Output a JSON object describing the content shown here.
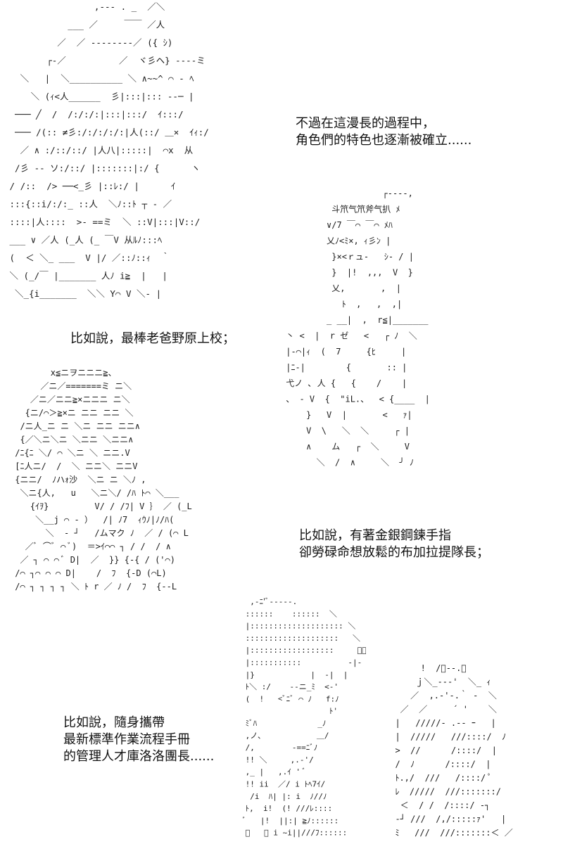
{
  "captions": {
    "part1": {
      "line1": "不過在這漫長的過程中，",
      "line2": "角色們的特色也逐漸被確立......"
    },
    "part2": {
      "line1": "比如說，最棒老爸野原上校；"
    },
    "part3": {
      "line1": "比如說，有著金銀鋼鍊手指",
      "line2": "卻勞碌命想放鬆的布加拉提隊長；"
    },
    "part4": {
      "line1": "比如說，隨身攜帶",
      "line2": "最新標準作業流程手冊",
      "line3": "的管理人才庫洛洛團長......"
    }
  },
  "art": {
    "art1": {
      "lines": [
        "                 ,-‐- . _  ／＼",
        "            ___ ／     ￣￣ ／人",
        "          ／  ／ ‐‐‐‐‐‐‐‐／ ({ ｼ)",
        "        ┌‐／          ／  ヾ彡ヘ} ‐‐‐‐ミ",
        "   ＼   |  ＼__________ ＼ ∧~~^ ⌒ ‐ ﾍ",
        "     ＼ (ｨ<人______  彡|:::|::: ‐‐─ |",
        "  ─── ╱  /  /:/:/:|:::|:::/  ｲ:::/",
        "  ─── /(:: ≠彡:/:/:/:/:|人(::/ ＿×  ｲｨ:/",
        "   ／ ∧ :/::/::/ |人八|:::::|  ⌒x  从",
        "  /彡 ‐‐ ソ:/::/ |:::::::|:/ {      ヽ",
        " / /::  /> ──<_彡 |::ﾚ:/ |      ｲ",
        " :::{::i/:/:_ ::人  ＼ﾉ::ﾄ ┬ ‐ ／",
        " ::::|人::::  >‐ ==ミ  ＼ ::V|:::|V::/",
        " ___ ∨ ／人 (_人 (_ ￣V 从ﾙﾉ:::ﾍ",
        " (  ＜ ＼_ ___  V |/ ／::ﾉ::ｨ  ｀",
        " ＼ (_/￣ |_______ 人ﾉ i≧  |   |",
        "  ＼_{i_______  ＼＼ Y⌒ V ＼‐ |"
      ]
    },
    "art2": {
      "lines": [
        "                    ┌‐‐-‐,",
        "          斗笊气笊斧气扒 ﾒ",
        "         ∨/7 ￣⌒ ￣⌒ ﾒﾊ",
        "         乂ﾉ<ﾐ×, ｨ彡ﾝ |",
        "          }×<ｒュ‐   ｼ‐ / |",
        "          }  |!  ,,,  V  }",
        "          乂,       ,  |",
        "            ﾄ  ,   ,  ,|",
        "         _ __|  ,  r≦|_______",
        " 丶 <  |  r ゼ   <   ┌ ﾉ  ＼",
        " |‐⌒|ｨ  (  7     {ﾋ     |",
        " |ﾆ‐|        {       :: |",
        " 弋ノ ､ 人 {   {    /    |",
        " 、 ‐ V  {  \"iL.、  < {____  |",
        "     }   V  |       <   ｧ|",
        "     V  \\   ＼  ＼     ┌ |",
        "     ∧    ム   ┌  ＼     V",
        "       ＼  /  ∧     ＼  ╯ ﾉ"
      ]
    },
    "art3": {
      "lines": [
        "        x≦ニヲニニニ≧、",
        "      ／ニ／=======ミ ニ＼",
        "    ／ニ／ニニ≧×ニニニ ニ＼",
        "   {ニ/⌒＞≧×ニ ニニ ニニ ＼",
        "  /ニ人_ニ ニ ＼ニ ニニ ニニ∧",
        "  {／＼ニ＼ニ ＼ニニ ＼ニニ∧",
        " /ﾆ{ﾆ ＼/ ⌒ ＼ニ ＼ ニニ.V",
        " [ﾆ人ニ/  /  ＼ ニニ＼ ニニV",
        " {ニニ/  ﾉハｫ沙  ＼ニ ニ ＼ﾉ ,",
        "  ＼ニ{人,   u   ＼ニ＼/ /ﾊ ﾄ⌒ ＼___",
        "    {ｲｦ}         V/ / /ﾌ| V ｝ ／ (_L",
        "     ＼__j ⌒ ‐ ）  /| ﾉ7  ｨｳﾉ|ﾉ/ﾊ(",
        "       ＼  ‐ ┘   /ムマク ﾉ  ／ / (⌒ L",
        "   ／ﾞ ⌒ﾞ ⌒ ﾞ)  ＝>ｲ⌒⌒ ┐ / /  / ∧",
        "  ／ ┐ ⌒ ⌒ ﾞ D|  ／  }} {‐{ / ('⌒)",
        " /⌒ ┐⌒ ⌒ ⌒ D|    /  ﾌ  {‐D (⌒L)",
        " /⌒ ┐ ┐ ┐ ┐ ＼ ﾄ r ／ ﾉ /  ﾌ  {‐‐L"
      ]
    },
    "art4": {
      "lines": [
        "  ,‐ﾆ'ﾞ‐‐‐‐-.",
        " ::::::    ::::::  ＼",
        " |:::::::::::::::::::: ＼",
        " ::::::::::::::::::::   ＼",
        " |::::::::::::::::::     ﾞ、",
        " |:::::::::::          ‐|-  i",
        " |}  ︎          |  ‐|  |",
        " ﾄ＼ :/    ‐-ニ_ﾐ  <‐'",
        " (  !   <ﾞﾆﾞ ⌒ ﾉ   f:ﾉ",
        "                   ﾄ'",
        " ﾐﾞﾊ             _ﾉ",
        " ,ノ、           ＿/",
        " /,        ‐==ﾆﾞﾉ",
        " !! ＼     ,.‐'/",
        " ,_ |   ,.ｲ ' ﾞ",
        " !! ii  ／/ i ﾄﾍ7ｲ/",
        "  /i  ﾊ| |: i  ﾉ//ﾉ",
        " ﾄ,  i!  (! ///ﾚ::::",
        " ﾞ   |!  ||:| ≧ﾉ::::::",
        " ﾞ   ﾞ i ~i||///ﾌ::::::"
      ]
    },
    "art5": {
      "lines": [
        "       !  /ﾞ‐‐.、",
        "      ｊ＼_‐‐‐'  ＼_ ｨ",
        "     ／  ,.‐'‐.｀ ‐  ＼",
        "   ／  ／     ´ '    ＼",
        "  |   /////‐ .‐‐ ｰ   |",
        "  |  /////   ///::::/  ﾉ",
        "  >  //      /::::/  |",
        "  /  ﾉ      /::::/  |",
        "  ﾄ.,/  ///   /::::/ ﾟ",
        "  ﾚ  /////  ///:::::::/",
        "   ＜  / /  /::::/ ‐┐",
        "  ‐┘ ///  /,/:::::ｧ'   |",
        "  ﾐ   ///  ///:::::::＜ ／"
      ]
    }
  },
  "colors": {
    "background": "#ffffff",
    "text": "#111111",
    "art": "#1a1a1a"
  }
}
